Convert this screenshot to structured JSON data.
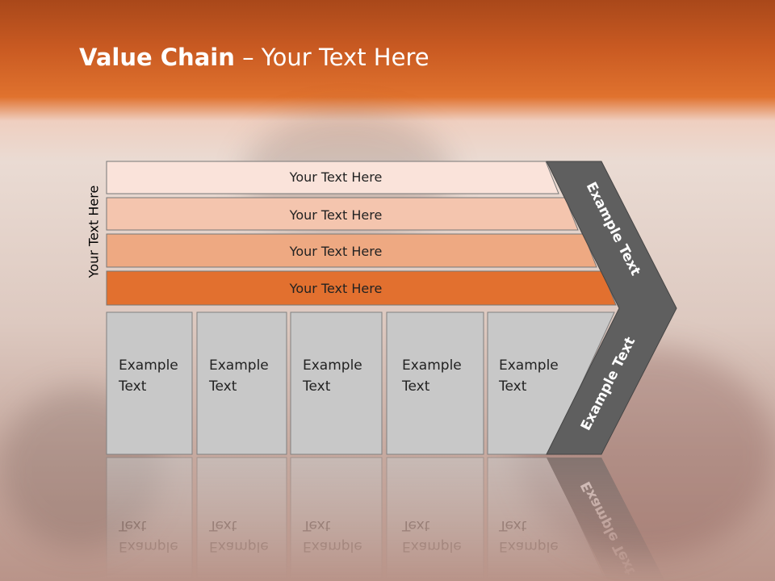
{
  "slide": {
    "title_bold": "Value Chain",
    "title_rest": " – Your Text Here",
    "side_label": "Your Text Here"
  },
  "bars": [
    {
      "label": "Your Text Here",
      "color": "#fae3da"
    },
    {
      "label": "Your Text Here",
      "color": "#f4c5ae"
    },
    {
      "label": "Your Text Here",
      "color": "#eea982"
    },
    {
      "label": "Your Text Here",
      "color": "#e2702f"
    }
  ],
  "boxes": [
    {
      "line1": "Example",
      "line2": "Text"
    },
    {
      "line1": "Example",
      "line2": "Text"
    },
    {
      "line1": "Example",
      "line2": "Text"
    },
    {
      "line1": "Example",
      "line2": "Text"
    },
    {
      "line1": "Example",
      "line2": "Text"
    }
  ],
  "chevron": {
    "upper_label": "Example Text",
    "lower_label": "Example Text",
    "color": "#5f5f5f"
  },
  "colors": {
    "header_orange": "#e0722e",
    "box_gray": "#c8c8c8"
  }
}
